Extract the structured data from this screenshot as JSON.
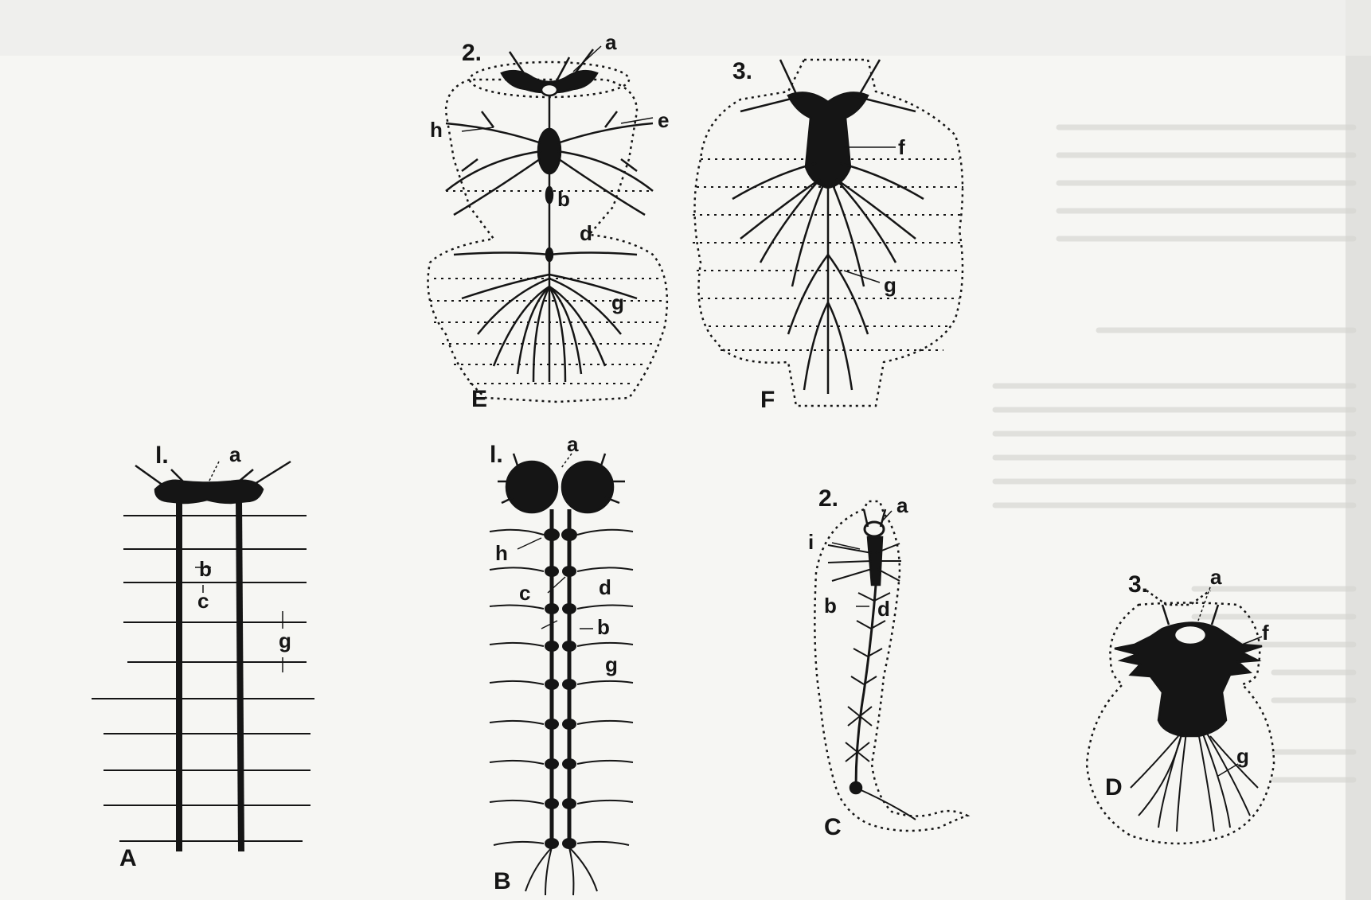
{
  "figure": {
    "panel_E": {
      "letter": "E",
      "number": "2.",
      "labels": {
        "a": "a",
        "h": "h",
        "e": "e",
        "b": "b",
        "d": "d",
        "g": "g"
      }
    },
    "panel_F": {
      "letter": "F",
      "number": "3.",
      "labels": {
        "f": "f",
        "g": "g"
      }
    },
    "panel_A": {
      "letter": "A",
      "number": "l.",
      "labels": {
        "a": "a",
        "b": "b",
        "c": "c",
        "g": "g"
      }
    },
    "panel_B": {
      "letter": "B",
      "number": "l.",
      "labels": {
        "a": "a",
        "h": "h",
        "c": "c",
        "d": "d",
        "b": "b",
        "g": "g"
      }
    },
    "panel_C": {
      "letter": "C",
      "number": "2.",
      "labels": {
        "a": "a",
        "i": "i",
        "b": "b",
        "d": "d"
      }
    },
    "panel_D": {
      "letter": "D",
      "number": "3.",
      "labels": {
        "a": "a",
        "f": "f",
        "g": "g"
      }
    }
  },
  "colors": {
    "ink": "#151515",
    "paper": "#f6f6f3",
    "background_text": "#c9c9c6"
  }
}
